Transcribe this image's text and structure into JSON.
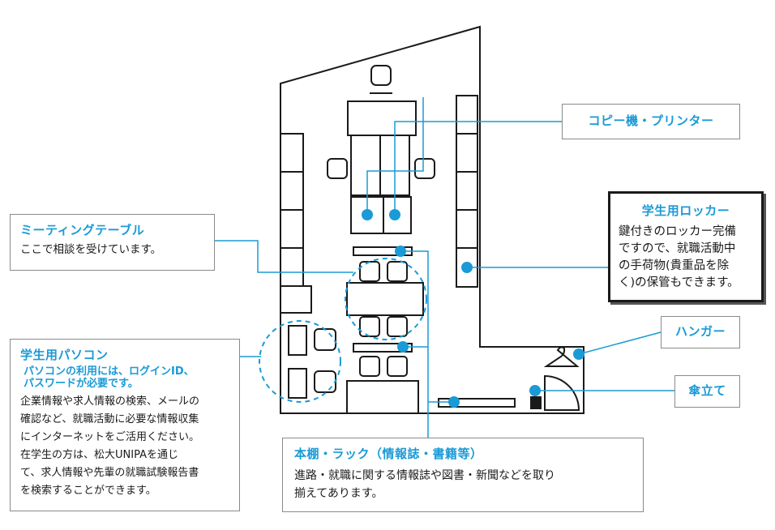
{
  "callouts": {
    "printer": {
      "title": "コピー機・プリンター"
    },
    "meeting": {
      "title": "ミーティングテーブル",
      "text": "ここで相談を受けています。"
    },
    "locker": {
      "title": "学生用ロッカー",
      "lines": [
        "鍵付きのロッカー完備",
        "ですので、就職活動中",
        "の手荷物(貴重品を除",
        "く)の保管もできます。"
      ]
    },
    "pc": {
      "title": "学生用パソコン",
      "sub": [
        "パソコンの利用には、ログインID、",
        "パスワードが必要です。"
      ],
      "lines": [
        "企業情報や求人情報の検索、メールの",
        "確認など、就職活動に必要な情報収集",
        "にインターネットをご活用ください。",
        "在学生の方は、松大UNIPAを通じ",
        "て、求人情報や先輩の就職試験報告書",
        "を検索することができます。"
      ]
    },
    "hanger": {
      "title": "ハンガー"
    },
    "umbrella": {
      "title": "傘立て"
    },
    "shelf": {
      "title": "本棚・ラック（情報誌・書籍等）",
      "lines": [
        "進路・就職に関する情報誌や図書・新聞などを取り",
        "揃えてあります。"
      ]
    }
  },
  "colors": {
    "accent": "#1a9ad6",
    "line": "#1a1a1a",
    "border": "#8a8a8a"
  }
}
